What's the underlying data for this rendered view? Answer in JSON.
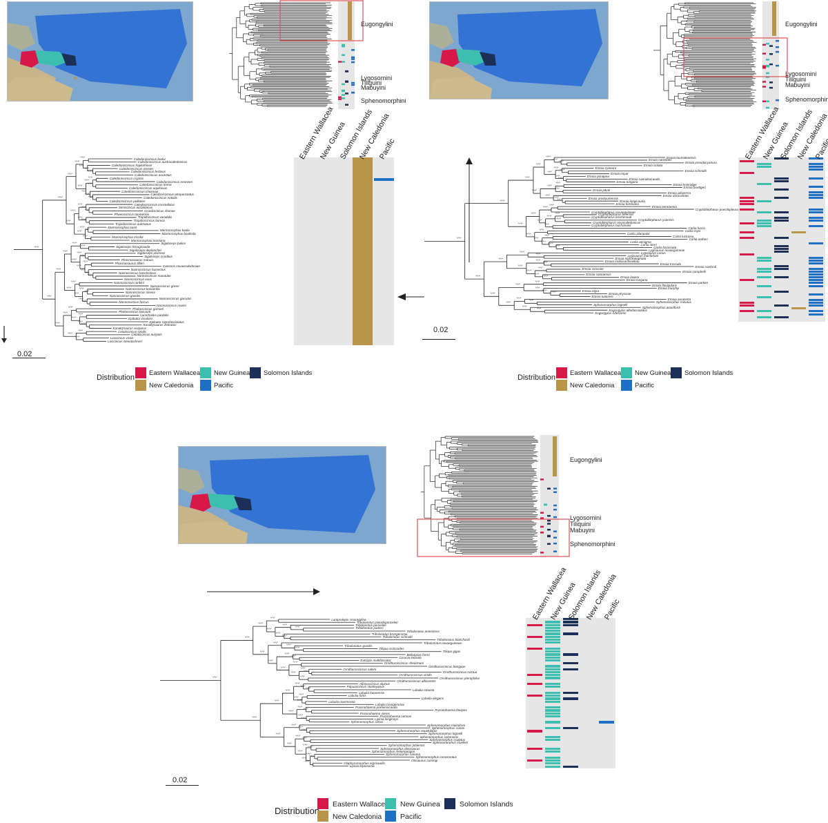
{
  "panels": [
    {
      "id": "A",
      "region_labels": [
        "Eugongylini",
        "Lygosomini",
        "Tiliquini",
        "Mabuyini",
        "Sphenomorphini"
      ],
      "scale_bar_label": "0.02",
      "matrix_columns": [
        "Eastern Wallacea",
        "New Guinea",
        "Solomon Islands",
        "New Caledonia",
        "Pacific"
      ],
      "tips": [
        "Caledoniscincus bodoi",
        "Caledoniscincus austrocaledonicus",
        "Caledoniscincus haplorhinus",
        "Caledoniscincus orestes",
        "Caledoniscincus festivus",
        "Caledoniscincus aurantius",
        "Caledoniscincus cryptos",
        "Caledoniscincus renevieri",
        "Caledoniscincus terma",
        "Caledoniscincus aquilonius",
        "Caledoniscincus chazeaui",
        "Caledoniscincus atropunctatus",
        "Caledoniscincus notialis",
        "Caledoniscincus pelletieri",
        "Caledoniscincus constellatus",
        "Simiscincus aurantiacus",
        "Graciliscincus shonae",
        "Phaeoscincus taomensis",
        "Tropidoscincus variabilis",
        "Tropidoscincus boreus",
        "Tropidoscincus aubrianus",
        "Marmorosphax taom",
        "Marmorosphax kaala",
        "Marmorosphax boulinda",
        "Marmorosphax tricolor",
        "Marmorosphax montana",
        "Sigaloseps balios",
        "Sigaloseps ferrugicauda",
        "Sigaloseps deplanchei",
        "Sigaloseps pisinnus",
        "Sigaloseps conditus",
        "Phasmasaurus maruia",
        "Phasmasaurus tillieri",
        "Caesoris novaecaledoniae",
        "Nannoscincus humectus",
        "Nannoscincus hanchisteus",
        "Nannoscincus manautei",
        "Nannoscincus exos",
        "Nannoscincus rankini",
        "Nannoscincus greeri",
        "Nannoscincus koniambo",
        "Nannoscincus slevini",
        "Nannoscincus gracilis",
        "Nannoscincus garrulus",
        "Nannoscincus fuscus",
        "Nannoscincus mariei",
        "Phoboscincus garnieri",
        "Phoboscincus bocourti",
        "Lacertoides pardalis",
        "Epibator insularis",
        "Epibator nigrofasciolatus",
        "Kanakysaurus zebratus",
        "Kanakysaurus viviparus",
        "Celatiscincus similis",
        "Celatiscincus euryotis",
        "Lioscincus vivae",
        "Lioscincus steindachneri"
      ]
    },
    {
      "id": "B",
      "region_labels": [
        "Eugongylini",
        "Lygosomini",
        "Tiliquini",
        "Mabuyini",
        "Sphenomorphini"
      ],
      "scale_bar_label": "0.02",
      "matrix_columns": [
        "Eastern Wallacea",
        "New Guinea",
        "Solomon Islands",
        "New Caledonia",
        "Pacific"
      ],
      "tips": [
        "Emoia taumakoensis",
        "Emoia nativitatis",
        "Emoia pseudocyanura",
        "Emoia isolata",
        "Emoia cyanura",
        "Emoia schmidti",
        "Emoia impar",
        "Emoia ponapea",
        "Emoia caeruleocauda",
        "Emoia tongana",
        "Emoia loveridgei",
        "Emoia boettgeri",
        "Emoia jakati",
        "Emoia adspersa",
        "Emoia atrocostata",
        "Emoia aneityumensis",
        "Emoia longicauda",
        "Emoia kordoana",
        "Emoia tetrataenia",
        "Cryptoblepharus poecilopleurus",
        "Cryptoblepharus novaeguineae",
        "Cryptoblepharus keiensis",
        "Cryptoblepharus leschenault",
        "Cryptoblepharus yulensis",
        "Cryptoblepharus novocaledonicus",
        "Cryptoblepharus buchananii",
        "Carlia fusca",
        "Carlia mysi",
        "Carlia ailanpalai",
        "Carlia luctuosa",
        "Carlia eothen",
        "Carlia aenigma",
        "Carlia storri",
        "Carlia bicarinata",
        "Lygisaurus novaeguineae",
        "Lygisaurus curtus",
        "Lygisaurus macfarlani",
        "Emoia nigromarginata",
        "Emoia mokosariniveikau",
        "Emoia trossula",
        "Emoia sanfordi",
        "Emoia concolor",
        "Emoia campbelli",
        "Emoia samoensis",
        "Emoia lawesi",
        "Emoia longana",
        "Emoia parkeri",
        "Emoia flavigularis",
        "Emoia murphyi",
        "Emoia nigra",
        "Emoia physicae",
        "Emoia tuitarere",
        "Emoia aurulenta",
        "Sphenomorphus minutus",
        "Sphenomorphus bignelli",
        "Sphenomorphus woodfordi",
        "Eugongylus albofasciolatus",
        "Eugongylus rufescens"
      ]
    },
    {
      "id": "C",
      "region_labels": [
        "Eugongylini",
        "Lygosomini",
        "Tiliquini",
        "Mabuyini",
        "Sphenomorphini"
      ],
      "scale_bar_label": "0.02",
      "matrix_columns": [
        "Eastern Wallacea",
        "New Guinea",
        "Solomon Islands",
        "New Caledonia",
        "Pacific"
      ],
      "tips": [
        "Lamprolepis smaragdina",
        "Tribolonotus pseudoponceleti",
        "Tribolonotus ponceleti",
        "Tribolonotus parkeri",
        "Tribolonotus annectens",
        "Tribolonotus brongersmai",
        "Tribolonotus schmidti",
        "Tribolonotus blanchardi",
        "Tribolonotus novaeguineae",
        "Tribolonotus gracilis",
        "Tiliqua scincoides",
        "Tiliqua gigas",
        "Bellatorias frerei",
        "Corucia zebrata",
        "Eutropis multifasciata",
        "Ornithuroscincus shearmani",
        "Ornithuroscincus bengaun",
        "Ornithuroscincus sabini",
        "Ornithuroscincus noctua",
        "Ornithuroscincus viridis",
        "Ornithuroscincus pterophilus",
        "Ornithuroscincus albiventris",
        "Albinoscincus alpinus",
        "Papuascincus stanleyanus",
        "Lobulia robusta",
        "Lobulia huonensis",
        "Lobulia fortis",
        "Lobulia elegans",
        "Lobulia marmorata",
        "Lobulia brongersmai",
        "Prasinohaema prehensicauda",
        "Prasinohaema flavipes",
        "Prasinohaema virens",
        "Prasinohaema semoni",
        "Lipinia longiceps",
        "Sphenomorphus simus",
        "Sphenomorphus maindroni",
        "Sphenomorphus cranei",
        "Sphenomorphus nepidolatus",
        "Sphenomorphus bignelli",
        "Sphenomorphus solomonis",
        "Sphenomorphus sculptus",
        "Sphenomorphus muelleri",
        "Sphenomorphus jobiensis",
        "Sphenomorphus dinosaurus",
        "Sphenomorphus melanopogon",
        "Sphenomorphus sanana",
        "Sphenomorphus concinnatus",
        "Otosaurus cumingi",
        "Glaphyromorphus nigricaudis",
        "Lipinia leptosoma"
      ]
    }
  ],
  "legend": {
    "title": "Distribution",
    "items": [
      {
        "label": "Eastern Wallacea",
        "color": "#d7194a"
      },
      {
        "label": "New Guinea",
        "color": "#3dbfb0"
      },
      {
        "label": "Solomon Islands",
        "color": "#1b2f57"
      },
      {
        "label": "New Caledonia",
        "color": "#b9954a"
      },
      {
        "label": "Pacific",
        "color": "#1f6fc4"
      }
    ]
  },
  "colors": {
    "grey_bg": "#e6e6e6",
    "highlight_box": "#e0505a",
    "ocean": "#6f9fc9",
    "pacific_poly": "#1f6fd6",
    "land": "#c9b889"
  }
}
